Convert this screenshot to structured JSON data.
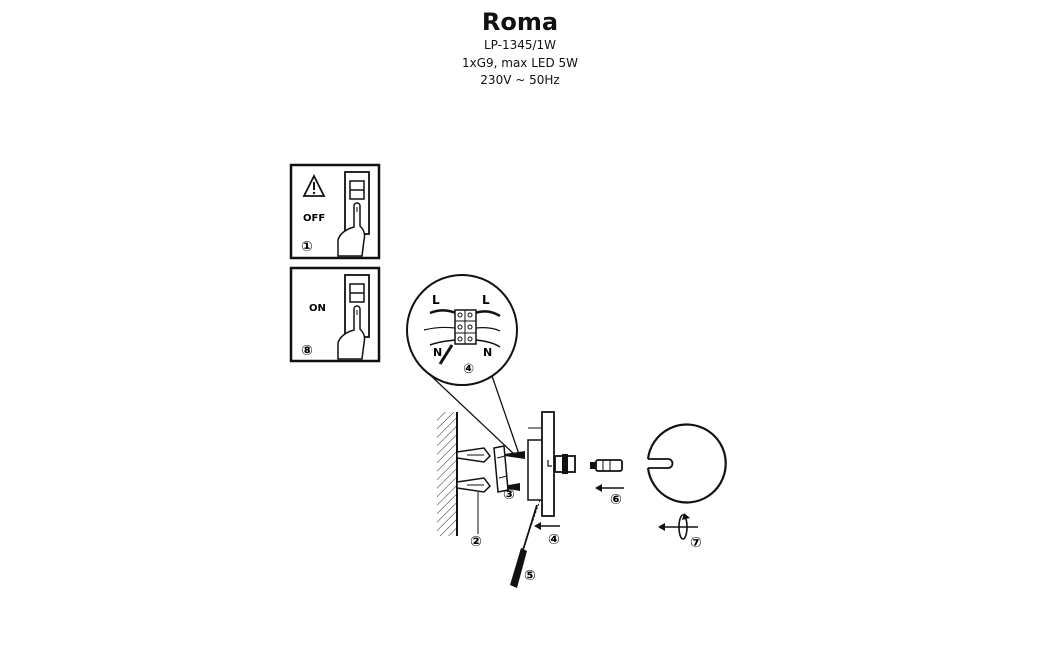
{
  "header": {
    "title": "Roma",
    "model": "LP-1345/1W",
    "bulb": "1xG9, max LED 5W",
    "voltage": "230V ~ 50Hz"
  },
  "panels": {
    "off": {
      "label": "OFF",
      "step": "①"
    },
    "on": {
      "label": "ON",
      "step": "⑧"
    }
  },
  "wiring": {
    "live_left": "L",
    "live_right": "L",
    "neutral_left": "N",
    "neutral_right": "N",
    "step": "④"
  },
  "steps": {
    "s2": "②",
    "s3": "③",
    "s4": "④",
    "s5": "⑤",
    "s6": "⑥",
    "s7": "⑦"
  },
  "icons": [
    "warning-icon",
    "wall-switch-icon",
    "hand-pointer-icon",
    "screwdriver-icon",
    "g9-bulb-icon",
    "rotate-arrow-icon"
  ]
}
